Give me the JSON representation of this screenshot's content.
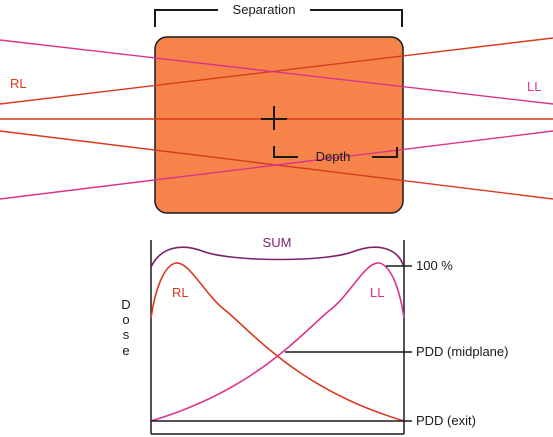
{
  "labels": {
    "separation": "Separation",
    "rl_top": "RL",
    "ll_top": "LL",
    "depth": "Depth",
    "sum": "SUM",
    "rl_curve": "RL",
    "ll_curve": "LL",
    "dose_axis": [
      "D",
      "o",
      "s",
      "e"
    ],
    "pct_100": "100 %",
    "pdd_midplane": "PDD (midplane)",
    "pdd_exit": "PDD (exit)"
  },
  "colors": {
    "phantom_fill": "#F5834A",
    "phantom_stroke": "#1a1a1a",
    "rl_beam": "#D93A1E",
    "ll_beam": "#D9358C",
    "sum_curve": "#7B1F6E",
    "text_dark": "#1a1a1a"
  }
}
